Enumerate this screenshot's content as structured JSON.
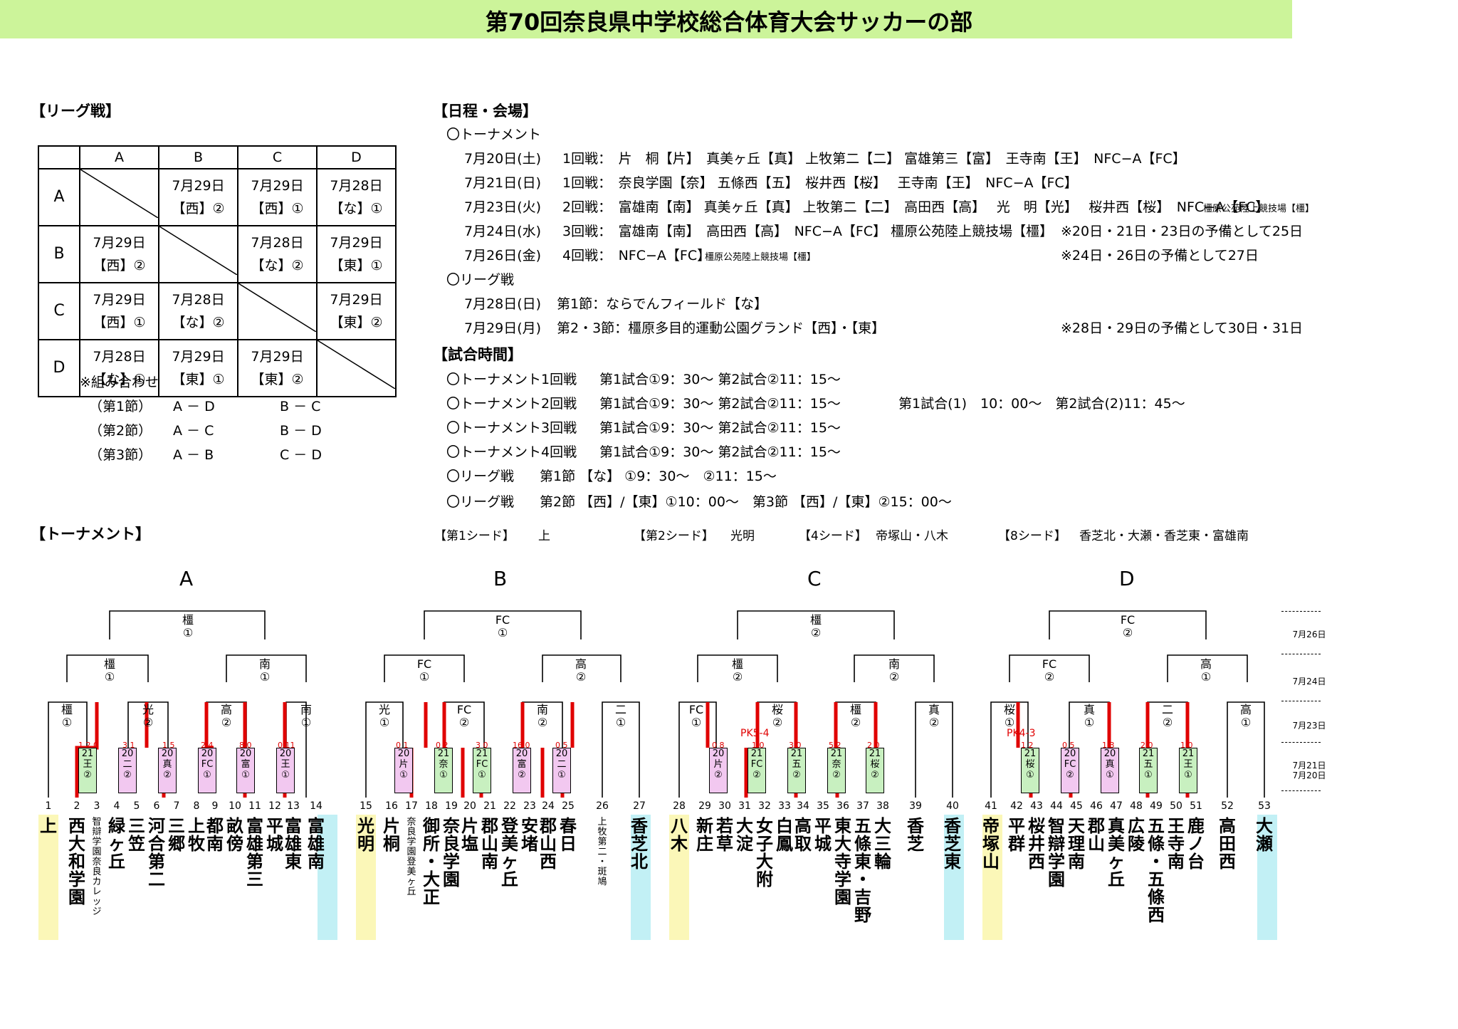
{
  "title": "第70回奈良県中学校総合体育大会サッカーの部",
  "league": {
    "section": "【リーグ戦】",
    "cols": [
      "A",
      "B",
      "C",
      "D"
    ],
    "rows": [
      {
        "head": "A",
        "cells": [
          [
            "",
            ""
          ],
          [
            "7月29日",
            "【西】②"
          ],
          [
            "7月29日",
            "【西】①"
          ],
          [
            "7月28日",
            "【な】①"
          ]
        ]
      },
      {
        "head": "B",
        "cells": [
          [
            "7月29日",
            "【西】②"
          ],
          [
            "",
            ""
          ],
          [
            "7月28日",
            "【な】②"
          ],
          [
            "7月29日",
            "【東】①"
          ]
        ]
      },
      {
        "head": "C",
        "cells": [
          [
            "7月29日",
            "【西】①"
          ],
          [
            "7月28日",
            "【な】②"
          ],
          [
            "",
            ""
          ],
          [
            "7月29日",
            "【東】②"
          ]
        ]
      },
      {
        "head": "D",
        "cells": [
          [
            "7月28日",
            "【な】①"
          ],
          [
            "7月29日",
            "【東】①"
          ],
          [
            "7月29日",
            "【東】②"
          ],
          [
            "",
            ""
          ]
        ]
      }
    ],
    "combo_title": "※組み合わせ",
    "combos": [
      {
        "round": "（第1節）",
        "m1": "A － D",
        "m2": "B － C"
      },
      {
        "round": "（第2節）",
        "m1": "A － C",
        "m2": "B － D"
      },
      {
        "round": "（第3節）",
        "m1": "A － B",
        "m2": "C － D"
      }
    ]
  },
  "schedule": {
    "section": "【日程・会場】",
    "tournament_label": "〇トーナメント",
    "lines": [
      {
        "date": "7月20日(土)",
        "text": "1回戦：　片　桐【片】　真美ヶ丘【真】 上牧第二【二】 富雄第三【富】　王寺南【王】　NFC−A【FC】",
        "small": "",
        "note": ""
      },
      {
        "date": "7月21日(日)",
        "text": "1回戦：　奈良学園【奈】 五條西【五】　桜井西【桜】　 王寺南【王】　NFC−A【FC】",
        "small": "",
        "note": ""
      },
      {
        "date": "7月23日(火)",
        "text": "2回戦：　富雄南【南】 真美ヶ丘【真】 上牧第二【二】　高田西【高】　 光　明【光】　 桜井西【桜】　NFC−A【FC】",
        "small": "橿原公苑陸上競技場【橿】",
        "note": ""
      },
      {
        "date": "7月24日(水)",
        "text": "3回戦：　富雄南【南】　高田西【高】　NFC−A【FC】 橿原公苑陸上競技場【橿】",
        "small": "",
        "note": "※20日・21日・23日の予備として25日"
      },
      {
        "date": "7月26日(金)",
        "text": "4回戦：　NFC−A【FC】",
        "small": "橿原公苑陸上競技場【橿】",
        "note": "※24日・26日の予備として27日"
      }
    ],
    "league_label": "〇リーグ戦",
    "league_lines": [
      {
        "date": "7月28日(日)",
        "text": "第1節：ならでんフィールド【な】",
        "note": ""
      },
      {
        "date": "7月29日(月)",
        "text": "第2・3節：橿原多目的運動公園グランド【西】・【東】",
        "note": "※28日・29日の予備として30日・31日"
      }
    ]
  },
  "times": {
    "section": "【試合時間】",
    "lines": [
      {
        "label": "〇トーナメント1回戦",
        "text": "第1試合①9：30～ 第2試合②11：15～",
        "extra": ""
      },
      {
        "label": "〇トーナメント2回戦",
        "text": "第1試合①9：30～ 第2試合②11：15～",
        "extra": "第1試合(1)　10：00～　第2試合(2)11：45～"
      },
      {
        "label": "〇トーナメント3回戦",
        "text": "第1試合①9：30～ 第2試合②11：15～",
        "extra": ""
      },
      {
        "label": "〇トーナメント4回戦",
        "text": "第1試合①9：30～ 第2試合②11：15～",
        "extra": ""
      },
      {
        "label": "〇リーグ戦",
        "text": "第1節 【な】 ①9：30～　②11：15～",
        "extra": ""
      },
      {
        "label": "〇リーグ戦",
        "text": "第2節 【西】/【東】①10：00～　第3節 【西】/【東】②15：00～",
        "extra": ""
      }
    ]
  },
  "tournament": {
    "section": "【トーナメント】",
    "seeds": [
      {
        "label": "【第1シード】",
        "value": "上"
      },
      {
        "label": "【第2シード】",
        "value": "光明"
      },
      {
        "label": "【4シード】",
        "value": "帝塚山・八木"
      },
      {
        "label": "【8シード】",
        "value": "香芝北・大瀬・香芝東・富雄南"
      }
    ],
    "blocks": [
      "A",
      "B",
      "C",
      "D"
    ],
    "dates": [
      "7月26日",
      "7月24日",
      "7月23日",
      "7月21日",
      "7月20日"
    ],
    "pk": [
      "PK5-4",
      "PK4-3"
    ]
  }
}
